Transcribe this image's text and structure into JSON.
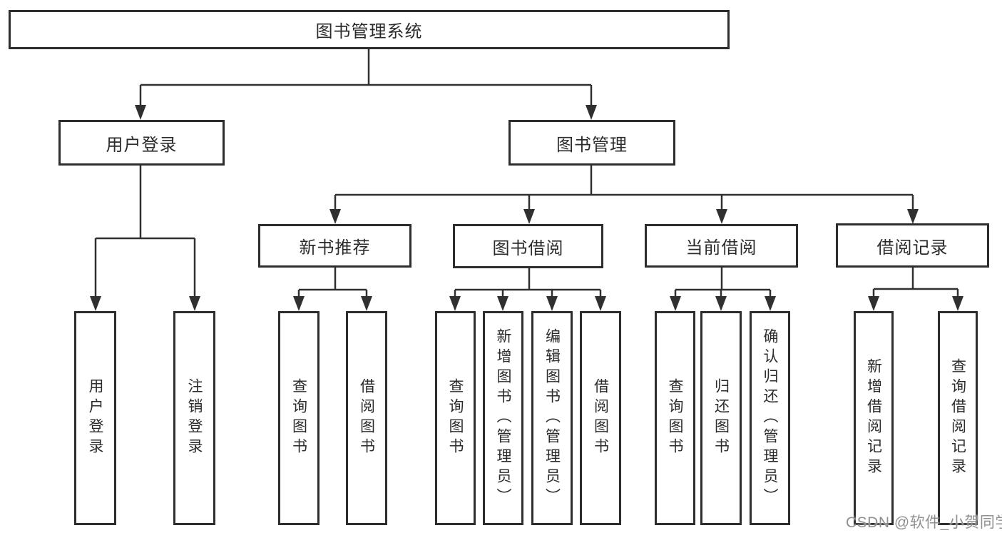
{
  "diagram": {
    "root": "图书管理系统",
    "level2": {
      "user_login": "用户登录",
      "book_mgmt": "图书管理"
    },
    "level3": {
      "new_books": "新书推荐",
      "book_borrow": "图书借阅",
      "current_borrow": "当前借阅",
      "borrow_records": "借阅记录"
    },
    "leaves": {
      "a1": "用户登录",
      "a2": "注销登录",
      "b1": "查询图书",
      "b2": "借阅图书",
      "c1": "查询图书",
      "c2": "新增图书（管理员）",
      "c3": "编辑图书（管理员）",
      "c4": "借阅图书",
      "d1": "查询图书",
      "d2": "归还图书",
      "d3": "确认归还（管理员）",
      "e1": "新增借阅记录",
      "e2": "查询借阅记录"
    }
  },
  "watermark": "CSDN @软件_小贺同学",
  "colors": {
    "line": "#303030",
    "border": "#2d2d2d",
    "text": "#2b2b2b",
    "watermark": "#909090",
    "background": "#ffffff"
  }
}
